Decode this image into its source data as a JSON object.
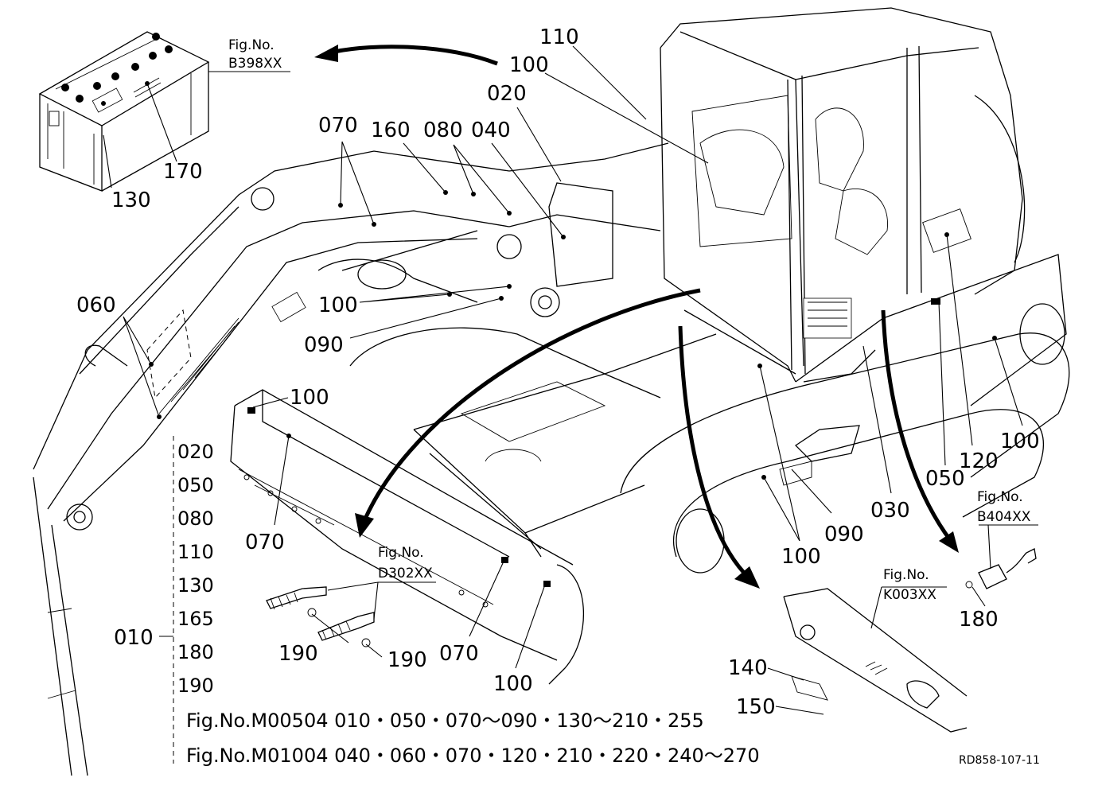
{
  "figure": {
    "reference_code": "RD858-107-11",
    "fig_refs": [
      {
        "id": "battery",
        "label": "Fig.No.",
        "code": "B398XX"
      },
      {
        "id": "pump",
        "label": "Fig.No.",
        "code": "D302XX"
      },
      {
        "id": "switch",
        "label": "Fig.No.",
        "code": "B404XX"
      },
      {
        "id": "panel",
        "label": "Fig.No.",
        "code": "K003XX"
      }
    ],
    "callouts": {
      "c110": "110",
      "c100a": "100",
      "c020": "020",
      "c070a": "070",
      "c160": "160",
      "c080": "080",
      "c040": "040",
      "c130": "130",
      "c170": "170",
      "c060": "060",
      "c100b": "100",
      "c090a": "090",
      "c100c": "100",
      "c070b": "070",
      "c190a": "190",
      "c190b": "190",
      "c070c": "070",
      "c100d": "100",
      "c100e": "100",
      "c090b": "090",
      "c030": "030",
      "c050": "050",
      "c120": "120",
      "c100f": "100",
      "c180": "180",
      "c140": "140",
      "c150": "150",
      "c010": "010"
    },
    "parts_list": [
      "020",
      "050",
      "080",
      "110",
      "130",
      "165",
      "180",
      "190"
    ],
    "notes": [
      "Fig.No.M00504  010・050・070～090・130～210・255",
      "Fig.No.M01004  040・060・070・120・210・220・240～270"
    ]
  }
}
